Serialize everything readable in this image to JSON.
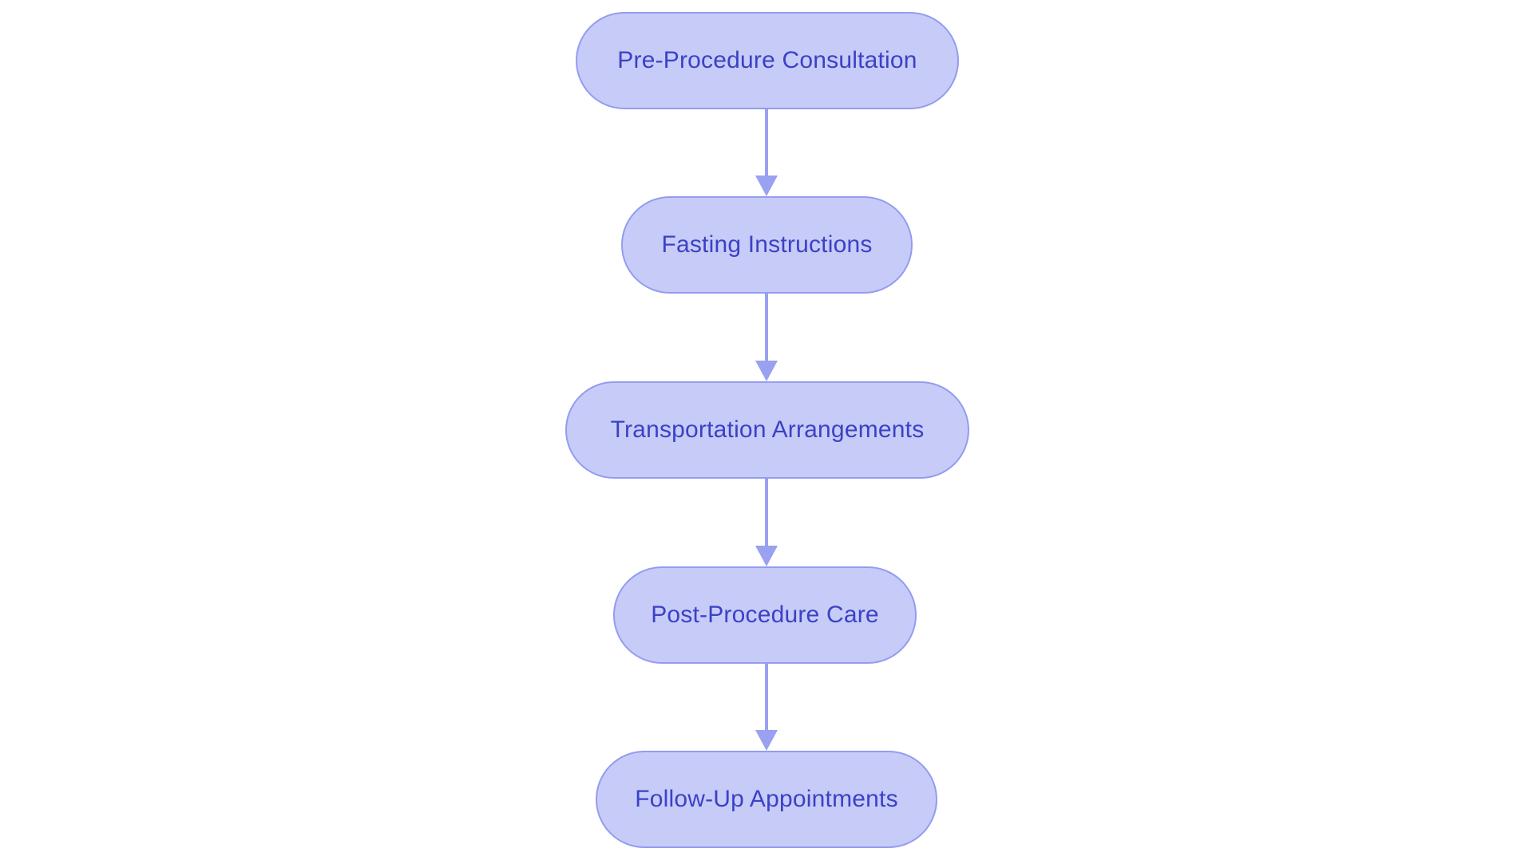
{
  "diagram": {
    "type": "flowchart",
    "direction": "top-down",
    "background_color": "#ffffff",
    "node_fill_color": "#c7cbf8",
    "node_border_color": "#939cef",
    "node_text_color": "#3b42c4",
    "arrow_color": "#99a1f0",
    "nodes": [
      {
        "label": "Pre-Procedure Consultation"
      },
      {
        "label": "Fasting Instructions"
      },
      {
        "label": "Transportation Arrangements"
      },
      {
        "label": "Post-Procedure Care"
      },
      {
        "label": "Follow-Up Appointments"
      }
    ],
    "edges": [
      {
        "from": "Pre-Procedure Consultation",
        "to": "Fasting Instructions"
      },
      {
        "from": "Fasting Instructions",
        "to": "Transportation Arrangements"
      },
      {
        "from": "Transportation Arrangements",
        "to": "Post-Procedure Care"
      },
      {
        "from": "Post-Procedure Care",
        "to": "Follow-Up Appointments"
      }
    ]
  }
}
